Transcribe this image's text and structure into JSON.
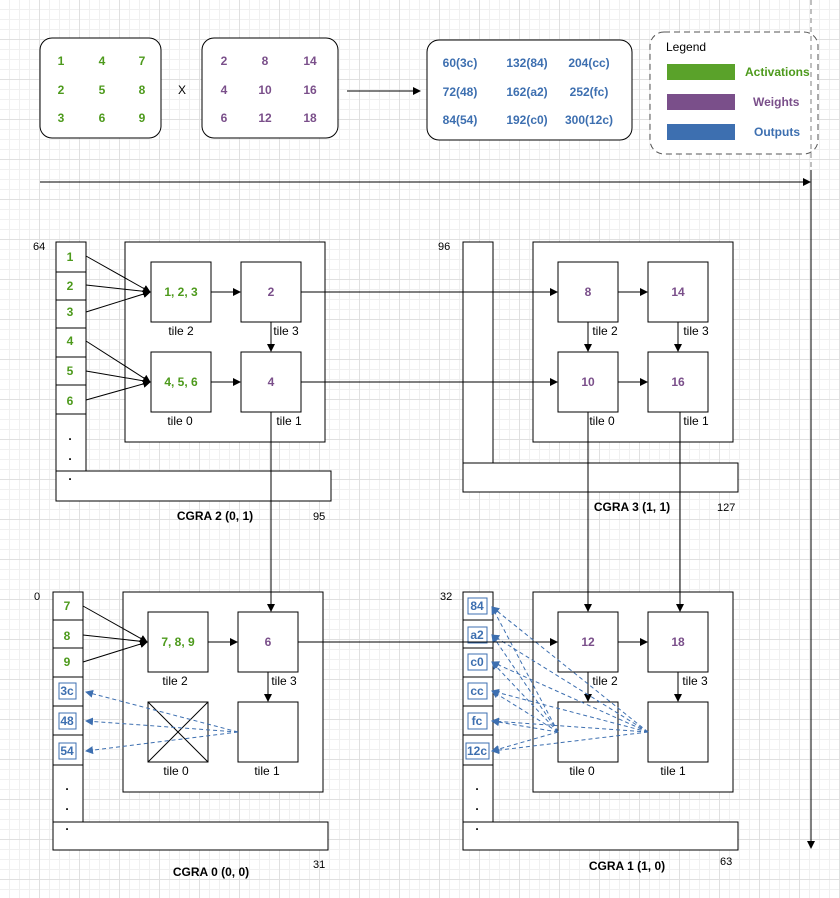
{
  "matrices": {
    "activations": [
      "1",
      "4",
      "7",
      "2",
      "5",
      "8",
      "3",
      "6",
      "9"
    ],
    "operator": "X",
    "weights": [
      "2",
      "8",
      "14",
      "4",
      "10",
      "16",
      "6",
      "12",
      "18"
    ],
    "outputs": [
      "60(3c)",
      "132(84)",
      "204(cc)",
      "72(48)",
      "162(a2)",
      "252(fc)",
      "84(54)",
      "192(c0)",
      "300(12c)"
    ]
  },
  "legend": {
    "title": "Legend",
    "items": [
      {
        "label": "Activations",
        "color": "#5aa22a"
      },
      {
        "label": "Weights",
        "color": "#7a4f8a"
      },
      {
        "label": "Outputs",
        "color": "#3d6fb0"
      }
    ]
  },
  "cgras": {
    "cgra2": {
      "title": "CGRA 2 (0, 1)",
      "start": "64",
      "end": "95",
      "mem": [
        "1",
        "2",
        "3",
        "4",
        "5",
        "6",
        ".",
        ".",
        "."
      ],
      "tiles": [
        {
          "value": "1, 2, 3",
          "label": "tile 2"
        },
        {
          "value": "2",
          "label": "tile 3"
        },
        {
          "value": "4, 5, 6",
          "label": "tile 0"
        },
        {
          "value": "4",
          "label": "tile 1"
        }
      ]
    },
    "cgra3": {
      "title": "CGRA 3 (1, 1)",
      "start": "96",
      "end": "127",
      "tiles": [
        {
          "value": "8",
          "label": "tile 2"
        },
        {
          "value": "14",
          "label": "tile 3"
        },
        {
          "value": "10",
          "label": "tile 0"
        },
        {
          "value": "16",
          "label": "tile 1"
        }
      ]
    },
    "cgra0": {
      "title": "CGRA 0 (0, 0)",
      "start": "0",
      "end": "31",
      "mem": [
        "7",
        "8",
        "9",
        "3c",
        "48",
        "54",
        ".",
        ".",
        "."
      ],
      "tiles": [
        {
          "value": "7, 8, 9",
          "label": "tile 2"
        },
        {
          "value": "6",
          "label": "tile 3"
        },
        {
          "value": "",
          "label": "tile 0"
        },
        {
          "value": "",
          "label": "tile 1"
        }
      ]
    },
    "cgra1": {
      "title": "CGRA 1 (1, 0)",
      "start": "32",
      "end": "63",
      "mem": [
        "84",
        "a2",
        "c0",
        "cc",
        "fc",
        "12c",
        ".",
        ".",
        "."
      ],
      "tiles": [
        {
          "value": "12",
          "label": "tile 2"
        },
        {
          "value": "18",
          "label": "tile 3"
        },
        {
          "value": "",
          "label": "tile 0"
        },
        {
          "value": "",
          "label": "tile 1"
        }
      ]
    }
  }
}
